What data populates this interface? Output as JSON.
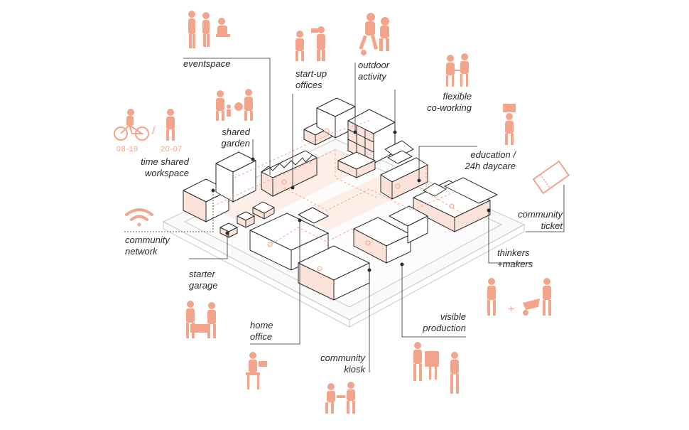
{
  "labels": {
    "eventspace": "eventspace",
    "startup_line1": "start-up",
    "startup_line2": "offices",
    "outdoor_line1": "outdoor",
    "outdoor_line2": "activity",
    "flex_line1": "flexible",
    "flex_line2": "co-working",
    "garden_line1": "shared",
    "garden_line2": "garden",
    "tsw_line1": "time shared",
    "tsw_line2": "workspace",
    "edu_line1": "education /",
    "edu_line2": "24h daycare",
    "ticket_line1": "community",
    "ticket_line2": "ticket",
    "network_line1": "community",
    "network_line2": "network",
    "thinkers_line1": "thinkers",
    "thinkers_line2": "+makers",
    "garage_line1": "starter",
    "garage_line2": "garage",
    "home_line1": "home",
    "home_line2": "office",
    "visible_line1": "visible",
    "visible_line2": "production",
    "kiosk_line1": "community",
    "kiosk_line2": "kiosk"
  },
  "times": {
    "day": "08-19",
    "night": "20-07",
    "slash": "/"
  },
  "plus_sign": "+",
  "colors": {
    "accent": "#f2a58a",
    "accent_fill": "#fbe3d9",
    "line": "#2b2b2b",
    "ground": "#cfcfcf"
  }
}
